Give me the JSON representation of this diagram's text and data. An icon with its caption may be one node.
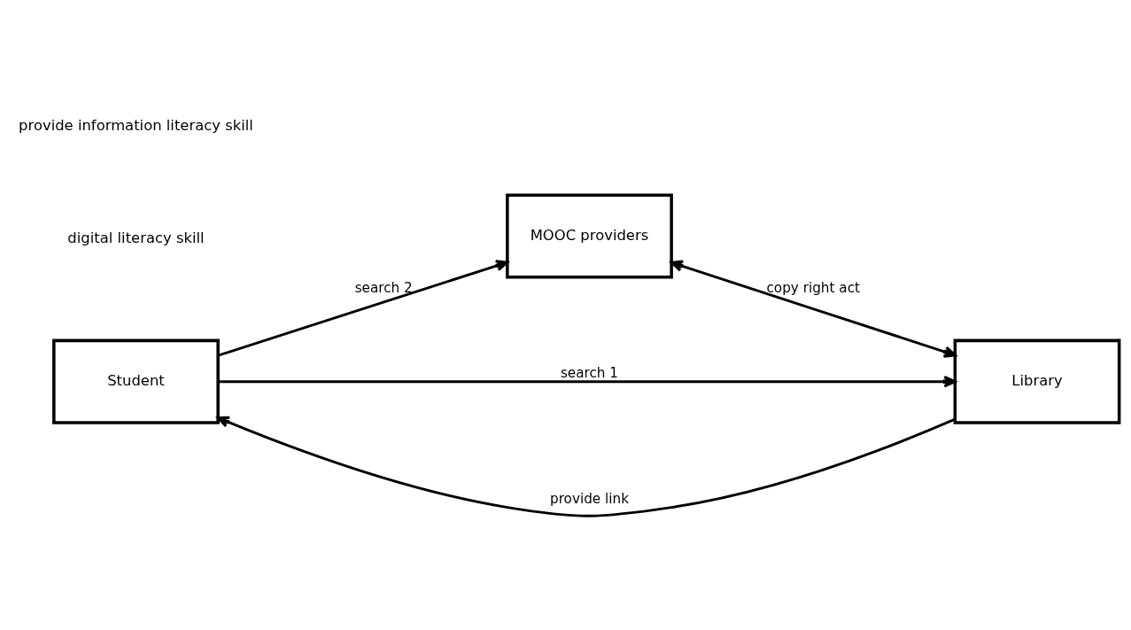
{
  "diagram": {
    "nodes": [
      {
        "text": [
          "Student"
        ]
      },
      {
        "text": [
          "MOOC providers"
        ]
      },
      {
        "text": [
          "Library"
        ]
      }
    ],
    "edges": [
      {
        "from": 0,
        "to": 1,
        "arrow": "to",
        "label": "search 2"
      },
      {
        "from": 2,
        "to": 0,
        "arrow": "to",
        "label": "provide link"
      },
      {
        "from": 0,
        "to": 2,
        "arrow": "to",
        "label": "search 1"
      },
      {
        "from": 1,
        "to": 2,
        "arrow": "both",
        "label": "copy right act"
      }
    ],
    "labels": [
      "digital literacy skill",
      "provide information literacy skill"
    ]
  }
}
